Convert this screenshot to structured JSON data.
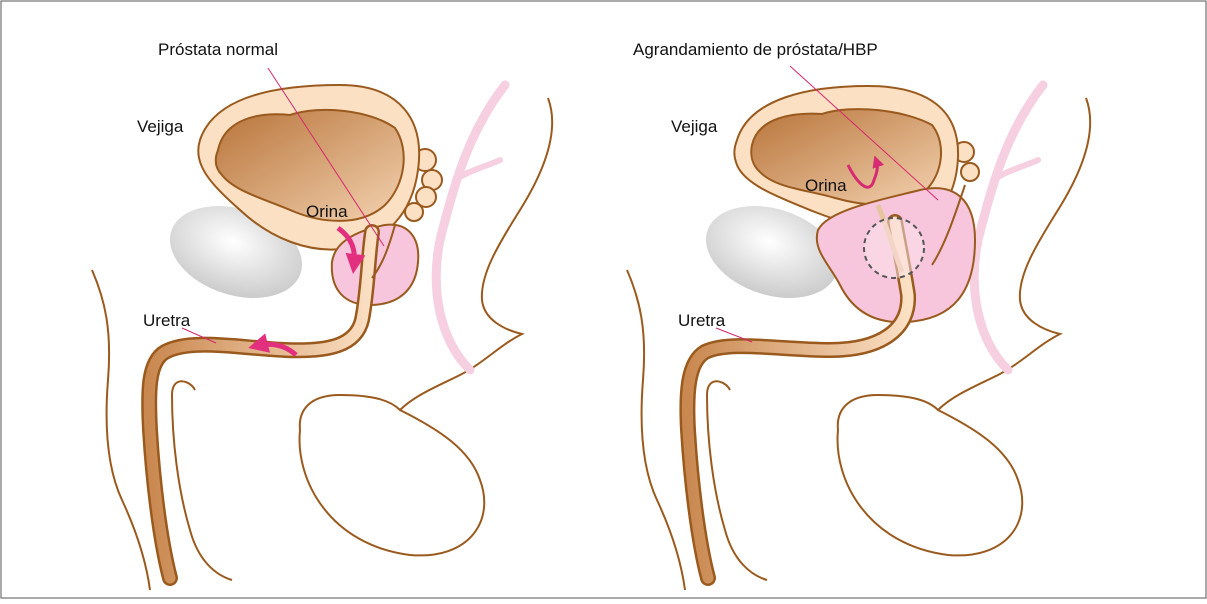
{
  "panels": [
    {
      "title": "Próstata normal",
      "labels": {
        "bladder": "Vejiga",
        "urine": "Orina",
        "urethra": "Uretra"
      }
    },
    {
      "title": "Agrandamiento de próstata/HBP",
      "labels": {
        "bladder": "Vejiga",
        "urine": "Orina",
        "urethra": "Uretra"
      }
    }
  ],
  "colors": {
    "outline": "#9a5a1e",
    "bladder_wall": "#fbe0c4",
    "bladder_inner": "#c98850",
    "prostate": "#f7c6dc",
    "arrow": "#e3307e",
    "leader": "#d6286c",
    "bone": "#d4d4d4",
    "vessel": "#f6cfe0"
  }
}
